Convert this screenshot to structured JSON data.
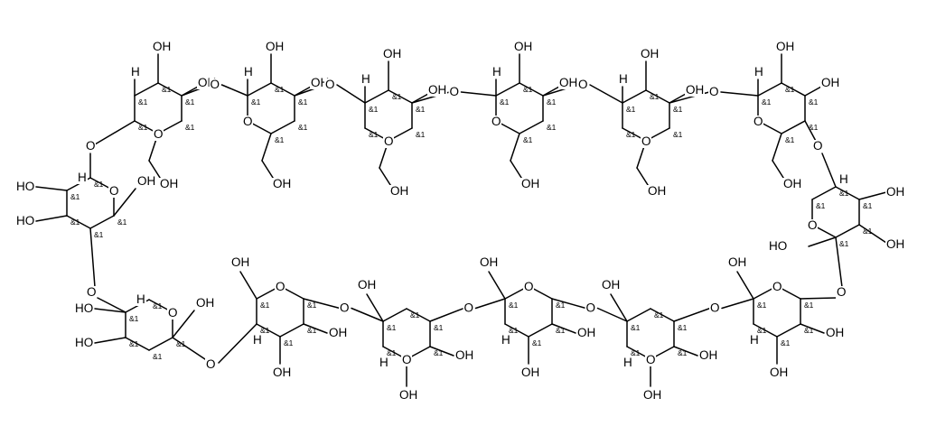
{
  "atom_labels": {
    "hydroxyl": "OH",
    "hydroxyl_left": "HO",
    "ring_oxygen": "O",
    "hydrogen": "H",
    "stereo_descriptor": "&1"
  },
  "structure": {
    "ring_count": 14,
    "ring_type": "pyranose",
    "linkage": "glycosidic ether"
  }
}
